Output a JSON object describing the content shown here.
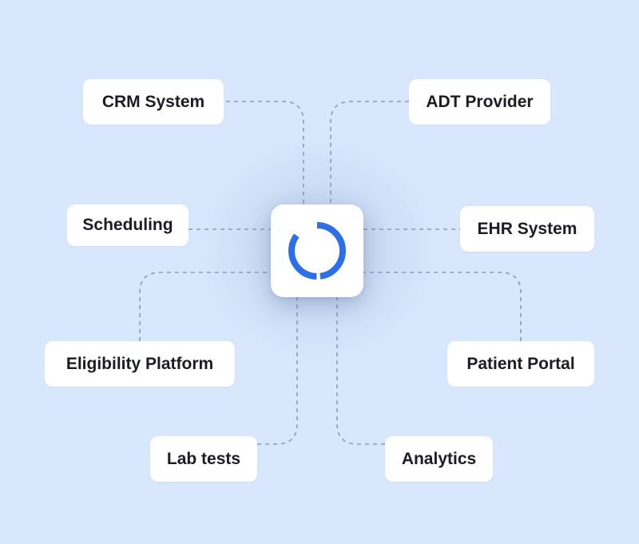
{
  "hub": {
    "logo_icon": "ring-logo-icon",
    "accent_color": "#2f6fe6"
  },
  "nodes": {
    "crm": "CRM System",
    "adt": "ADT Provider",
    "scheduling": "Scheduling",
    "ehr": "EHR System",
    "eligibility": "Eligibility Platform",
    "portal": "Patient Portal",
    "lab": "Lab tests",
    "analytics": "Analytics"
  },
  "colors": {
    "background": "#d9e7fc",
    "connector": "#8a9bb8",
    "card": "#ffffff",
    "text": "#1c1d22"
  }
}
